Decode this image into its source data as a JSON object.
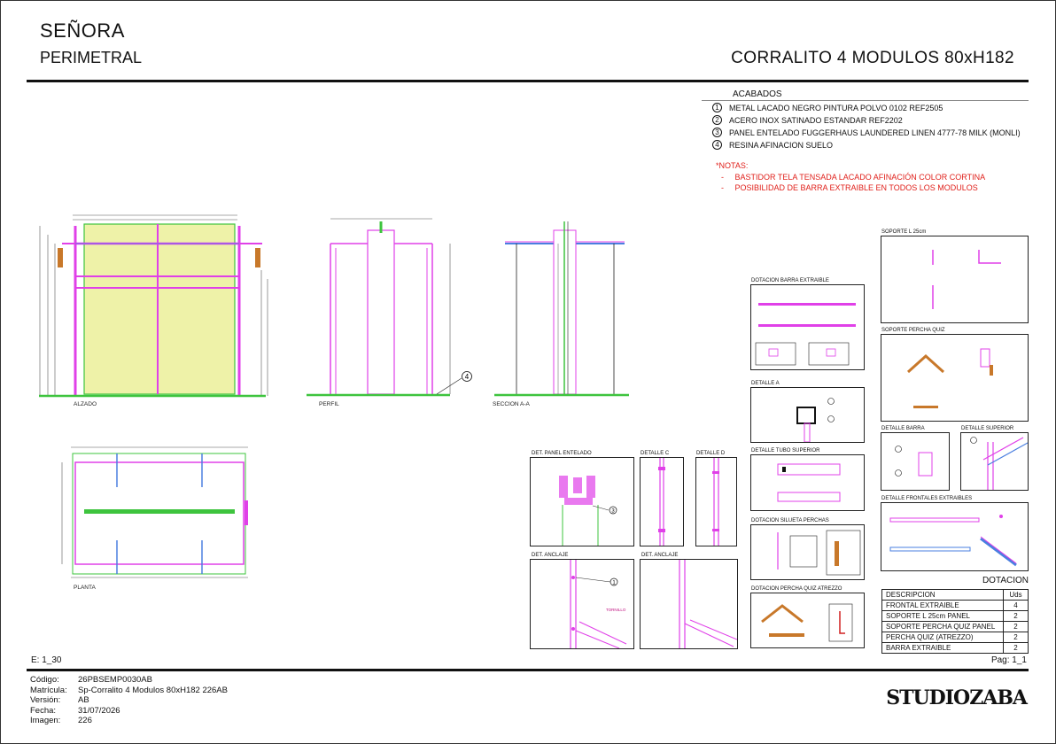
{
  "header": {
    "brand": "SEÑORA",
    "subtitle": "PERIMETRAL",
    "title": "CORRALITO 4 MODULOS 80xH182"
  },
  "finishes": {
    "heading": "ACABADOS",
    "items": [
      {
        "num": "1",
        "text": "METAL LACADO NEGRO PINTURA POLVO 0102 REF2505"
      },
      {
        "num": "2",
        "text": "ACERO INOX SATINADO ESTANDAR REF2202"
      },
      {
        "num": "3",
        "text": "PANEL ENTELADO FUGGERHAUS LAUNDERED LINEN 4777-78 MILK (MONLI)"
      },
      {
        "num": "4",
        "text": "RESINA AFINACION SUELO"
      }
    ]
  },
  "notes": {
    "heading": "*NOTAS:",
    "items": [
      "BASTIDOR TELA TENSADA LACADO AFINACIÓN COLOR CORTINA",
      "POSIBILIDAD DE BARRA EXTRAIBLE EN TODOS LOS MODULOS"
    ]
  },
  "views": {
    "alzado": "ALZADO",
    "perfil": "PERFIL",
    "seccion": "SECCION A-A",
    "planta": "PLANTA",
    "perfil_callout": "4"
  },
  "details": {
    "panel": "DET. PANEL ENTELADO",
    "det_c": "DETALLE C",
    "det_d": "DETALLE D",
    "anclaje_1": "DET. ANCLAJE",
    "anclaje_2": "DET. ANCLAJE",
    "dot_barra": "DOTACION BARRA EXTRAIBLE",
    "det_a": "DETALLE A",
    "tubo_sup": "DETALLE TUBO SUPERIOR",
    "silueta": "DOTACION SILUETA PERCHAS",
    "percha_atrezzo": "DOTACION PERCHA QUIZ ATREZZO",
    "soporte_l": "SOPORTE L 25cm",
    "soporte_percha": "SOPORTE PERCHA QUIZ",
    "det_barra": "DETALLE BARRA",
    "det_superior": "DETALLE SUPERIOR",
    "frontales": "DETALLE FRONTALES EXTRAIBLES",
    "panel_callout": "3",
    "anclaje_label": "TORNILLO",
    "anclaje_callout": "1"
  },
  "dotacion": {
    "heading": "DOTACION",
    "col_desc": "DESCRIPCION",
    "col_uds": "Uds",
    "rows": [
      {
        "desc": "FRONTAL EXTRAIBLE",
        "uds": "4"
      },
      {
        "desc": "SOPORTE L 25cm PANEL",
        "uds": "2"
      },
      {
        "desc": "SOPORTE PERCHA QUIZ PANEL",
        "uds": "2"
      },
      {
        "desc": "PERCHA QUIZ (ATREZZO)",
        "uds": "2"
      },
      {
        "desc": "BARRA EXTRAIBLE",
        "uds": "2"
      }
    ]
  },
  "footer": {
    "scale": "E: 1_30",
    "page": "Pag:  1_1",
    "codigo_label": "Código:",
    "codigo": "26PBSEMP0030AB",
    "matricula_label": "Matrícula:",
    "matricula": "Sp-Corralito 4 Modulos 80xH182 226AB",
    "version_label": "Versión:",
    "version": "AB",
    "fecha_label": "Fecha:",
    "fecha": "31/07/2026",
    "imagen_label": "Imagen:",
    "imagen": "226",
    "logo": "STUDIOZABA"
  },
  "colors": {
    "magenta": "#e040e8",
    "green": "#3ec43e",
    "blue": "#4a7fe0",
    "panel_fill": "#eef2a8",
    "red": "#e0201b",
    "orange": "#c8782a"
  }
}
